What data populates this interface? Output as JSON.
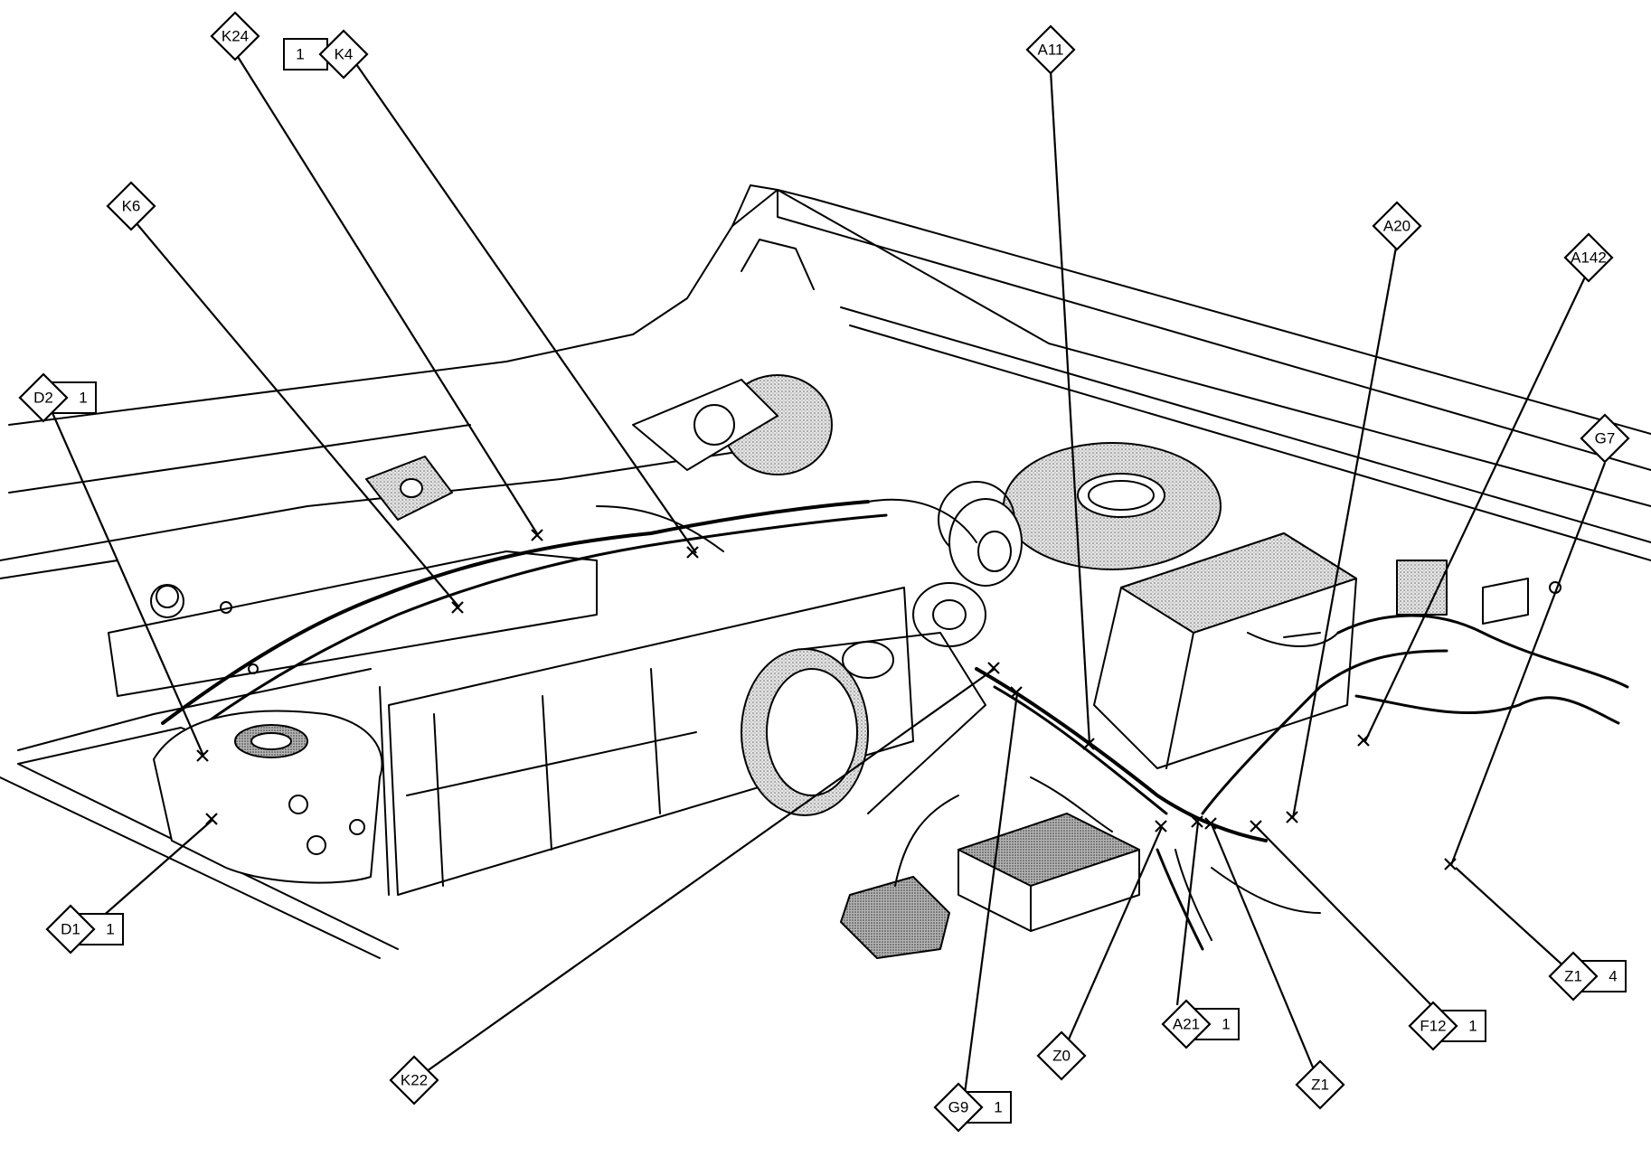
{
  "diagram": {
    "callouts": [
      {
        "id": "k24",
        "code": "K24",
        "sub": ""
      },
      {
        "id": "k4",
        "code": "K4",
        "sub": "1"
      },
      {
        "id": "a11",
        "code": "A11",
        "sub": ""
      },
      {
        "id": "k6",
        "code": "K6",
        "sub": ""
      },
      {
        "id": "a20",
        "code": "A20",
        "sub": ""
      },
      {
        "id": "a142",
        "code": "A142",
        "sub": ""
      },
      {
        "id": "d2",
        "code": "D2",
        "sub": "1"
      },
      {
        "id": "g7",
        "code": "G7",
        "sub": ""
      },
      {
        "id": "d1",
        "code": "D1",
        "sub": "1"
      },
      {
        "id": "z1-right",
        "code": "Z1",
        "sub": "4"
      },
      {
        "id": "a21",
        "code": "A21",
        "sub": "1"
      },
      {
        "id": "f12",
        "code": "F12",
        "sub": "1"
      },
      {
        "id": "z0",
        "code": "Z0",
        "sub": ""
      },
      {
        "id": "k22",
        "code": "K22",
        "sub": ""
      },
      {
        "id": "z1-bottom",
        "code": "Z1",
        "sub": ""
      },
      {
        "id": "g9",
        "code": "G9",
        "sub": "1"
      }
    ]
  }
}
